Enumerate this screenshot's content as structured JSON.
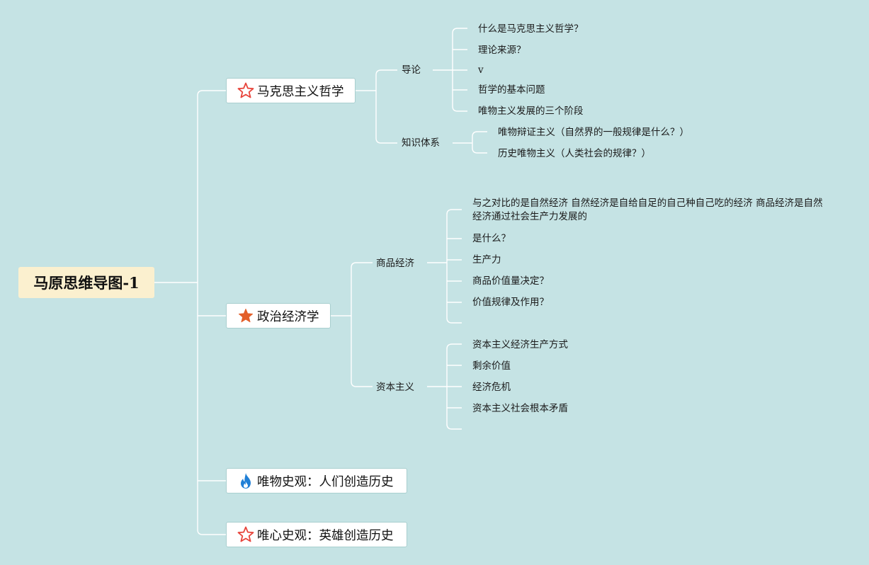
{
  "root": {
    "title": "马原思维导图",
    "suffix": "-1"
  },
  "branches": [
    {
      "label": "马克思主义哲学",
      "icon": "star-outline-icon",
      "icon_color": "#e8453c",
      "children": [
        {
          "label": "导论",
          "leaves": [
            "什么是马克思主义哲学？",
            "理论来源？",
            "v",
            "哲学的基本问题",
            "唯物主义发展的三个阶段"
          ]
        },
        {
          "label": "知识体系",
          "leaves": [
            "唯物辩证主义（自然界的一般规律是什么？）",
            "历史唯物主义（人类社会的规律？）"
          ]
        }
      ]
    },
    {
      "label": "政治经济学",
      "icon": "star-filled-icon",
      "icon_color": "#e35f2a",
      "children": [
        {
          "label": "商品经济",
          "leaves": [
            "与之对比的是自然经济 自然经济是自给自足的自己种自己吃的经济 商品经济是自然经济通过社会生产力发展的",
            "是什么？",
            "生产力",
            "商品价值量决定？",
            "价值规律及作用？",
            ""
          ]
        },
        {
          "label": "资本主义",
          "leaves": [
            "资本主义经济生产方式",
            "剩余价值",
            "经济危机",
            "资本主义社会根本矛盾",
            ""
          ]
        }
      ]
    },
    {
      "label": "唯物史观：人们创造历史",
      "icon": "flame-icon",
      "icon_color": "#1f7fd6"
    },
    {
      "label": "唯心史观：英雄创造历史",
      "icon": "star-outline-icon",
      "icon_color": "#e8453c"
    }
  ],
  "colors": {
    "background": "#c5e3e4",
    "root_fill": "#fbf0cf",
    "connector": "#ffffff",
    "branch_border": "#a9cfcf"
  }
}
